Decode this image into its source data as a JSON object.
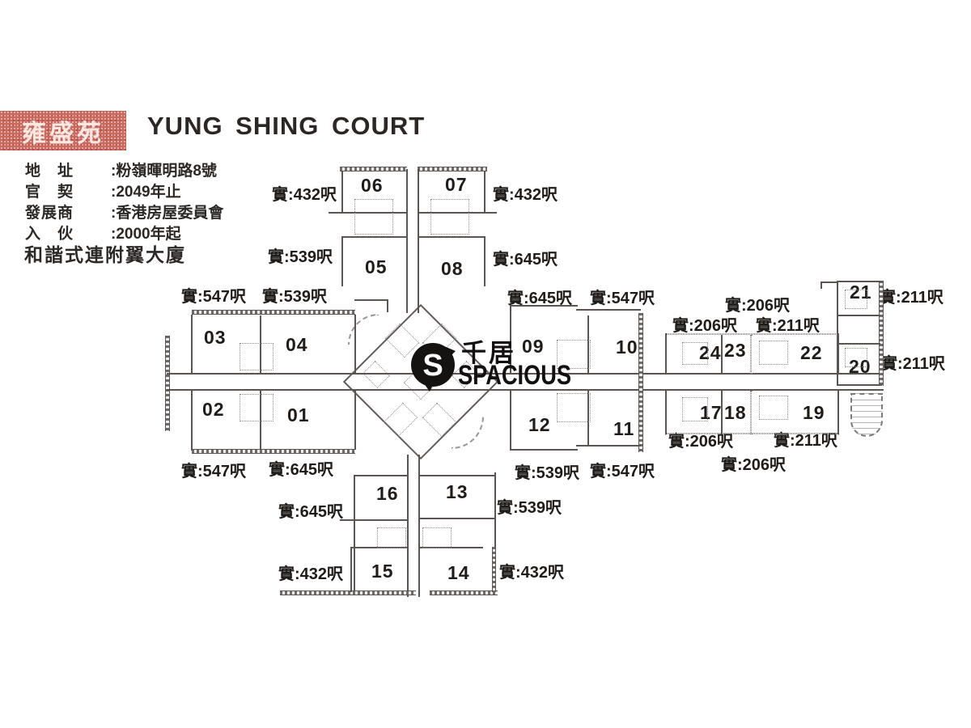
{
  "stamp": {
    "text": "雍盛苑"
  },
  "header": {
    "title": "YUNG SHING COURT",
    "info_rows": [
      {
        "label": "地　址",
        "value": ":粉嶺暉明路8號"
      },
      {
        "label": "官　契",
        "value": ":2049年止"
      },
      {
        "label": "發展商",
        "value": ":香港房屋委員會"
      },
      {
        "label": "入　伙",
        "value": ":2000年起"
      }
    ],
    "building_type": "和諧式連附翼大廈"
  },
  "logo": {
    "symbol": "S",
    "name_zh": "千居",
    "name_en": "SPACIOUS"
  },
  "floorplan": {
    "area_prefix": "實",
    "area_unit": "呎",
    "units": [
      {
        "no": "06",
        "size_sqft": 432,
        "size_label": "實:432呎"
      },
      {
        "no": "07",
        "size_sqft": 432,
        "size_label": "實:432呎"
      },
      {
        "no": "05",
        "size_sqft": 539,
        "size_label": "實:539呎"
      },
      {
        "no": "08",
        "size_sqft": 645,
        "size_label": "實:645呎"
      },
      {
        "no": "03",
        "size_sqft": 547,
        "size_label": "實:547呎"
      },
      {
        "no": "04",
        "size_sqft": 539,
        "size_label": "實:539呎"
      },
      {
        "no": "02",
        "size_sqft": 547,
        "size_label": "實:547呎"
      },
      {
        "no": "01",
        "size_sqft": 645,
        "size_label": "實:645呎"
      },
      {
        "no": "09",
        "size_sqft": 645,
        "size_label": "實:645呎"
      },
      {
        "no": "10",
        "size_sqft": 547,
        "size_label": "實:547呎"
      },
      {
        "no": "12",
        "size_sqft": 539,
        "size_label": "實:539呎"
      },
      {
        "no": "11",
        "size_sqft": 547,
        "size_label": "實:547呎"
      },
      {
        "no": "16",
        "size_sqft": 645,
        "size_label": "實:645呎"
      },
      {
        "no": "13",
        "size_sqft": 539,
        "size_label": "實:539呎"
      },
      {
        "no": "15",
        "size_sqft": 432,
        "size_label": "實:432呎"
      },
      {
        "no": "14",
        "size_sqft": 432,
        "size_label": "實:432呎"
      },
      {
        "no": "24",
        "size_sqft": 206,
        "size_label": "實:206呎"
      },
      {
        "no": "23",
        "size_sqft": 206,
        "size_label": "實:206呎"
      },
      {
        "no": "22",
        "size_sqft": 211,
        "size_label": "實:211呎"
      },
      {
        "no": "21",
        "size_sqft": 211,
        "size_label": "實:211呎"
      },
      {
        "no": "20",
        "size_sqft": 211,
        "size_label": "實:211呎"
      },
      {
        "no": "17",
        "size_sqft": 206,
        "size_label": "實:206呎"
      },
      {
        "no": "18",
        "size_sqft": 206,
        "size_label": "實:206呎"
      },
      {
        "no": "19",
        "size_sqft": 211,
        "size_label": "實:211呎"
      }
    ]
  },
  "colors": {
    "wall_line": "#5a5553",
    "text": "#23201e",
    "stamp_red": "#c96a60"
  }
}
